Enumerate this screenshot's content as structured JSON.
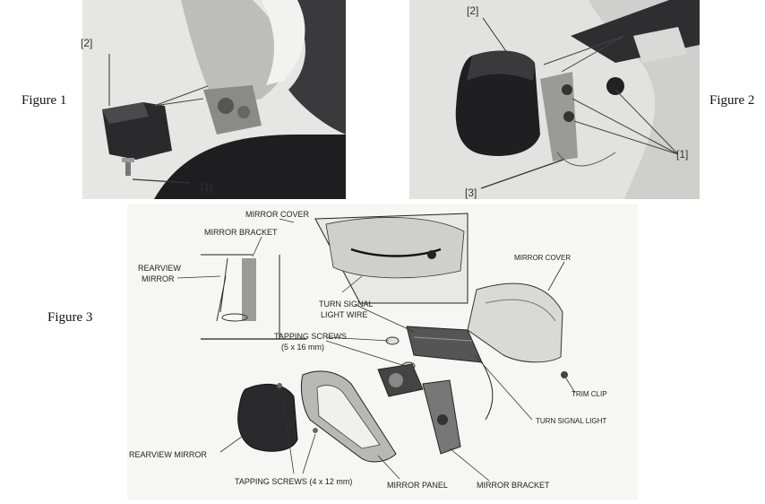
{
  "figure_labels": {
    "figure1": "Figure 1",
    "figure2": "Figure 2",
    "figure3": "Figure 3"
  },
  "figure1": {
    "callout_1": "[1]",
    "callout_2": "[2]"
  },
  "figure2": {
    "callout_1": "[1]",
    "callout_2": "[2]",
    "callout_3": "[3]"
  },
  "figure3": {
    "mirror_cover_top": "MIRROR COVER",
    "mirror_bracket_top": "MIRROR BRACKET",
    "rearview_mirror_top_line1": "REARVIEW",
    "rearview_mirror_top_line2": "MIRROR",
    "turn_signal_wire_line1": "TURN SIGNAL",
    "turn_signal_wire_line2": "LIGHT WIRE",
    "mirror_cover_right": "MIRROR COVER",
    "tapping_screws_5_line1": "TAPPING SCREWS",
    "tapping_screws_5_line2": "(5 x 16 mm)",
    "trim_clip": "TRIM CLIP",
    "turn_signal_light": "TURN SIGNAL LIGHT",
    "rearview_mirror_bottom": "REARVIEW MIRROR",
    "tapping_screws_4": "TAPPING SCREWS (4 x 12 mm)",
    "mirror_panel": "MIRROR PANEL",
    "mirror_bracket_bottom": "MIRROR BRACKET"
  }
}
